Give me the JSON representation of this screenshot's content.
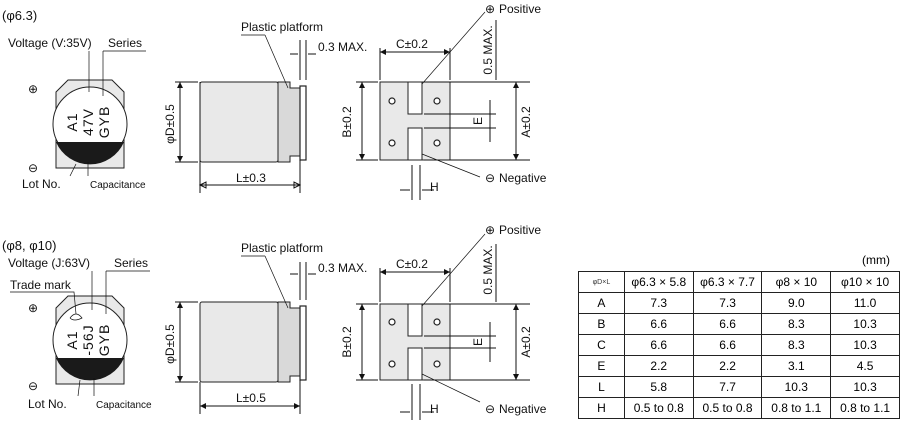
{
  "section_top": {
    "title": "(φ6.3)",
    "voltage": "Voltage (V:35V)",
    "series": "Series",
    "lot": "Lot No.",
    "capacitance": "Capacitance",
    "marking": [
      "A1",
      "47V",
      "GYB"
    ],
    "plastic": "Plastic platform",
    "max_tab": "0.3 MAX.",
    "phiD": "φD±0.5",
    "L": "L±0.3",
    "C": "C±0.2",
    "B": "B±0.2",
    "A": "A±0.2",
    "E": "E",
    "H": "H",
    "max_lead": "0.5 MAX.",
    "positive": "Positive",
    "negative": "Negative"
  },
  "section_bottom": {
    "title": "(φ8, φ10)",
    "voltage": "Voltage (J:63V)",
    "series": "Series",
    "trade": "Trade mark",
    "lot": "Lot No.",
    "capacitance": "Capacitance",
    "marking": [
      "A1",
      "-56J",
      "GYB"
    ],
    "plastic": "Plastic platform",
    "max_tab": "0.3 MAX.",
    "phiD": "φD±0.5",
    "L": "L±0.5",
    "C": "C±0.2",
    "B": "B±0.2",
    "A": "A±0.2",
    "E": "E",
    "H": "H",
    "max_lead": "0.5 MAX.",
    "positive": "Positive",
    "negative": "Negative"
  },
  "symbols": {
    "plus": "⊕",
    "minus": "⊖"
  },
  "table": {
    "unit": "(mm)",
    "corner": "φD×L",
    "columns": [
      "φ6.3 × 5.8",
      "φ6.3 × 7.7",
      "φ8 × 10",
      "φ10 × 10"
    ],
    "rows": [
      {
        "label": "A",
        "values": [
          "7.3",
          "7.3",
          "9.0",
          "11.0"
        ]
      },
      {
        "label": "B",
        "values": [
          "6.6",
          "6.6",
          "8.3",
          "10.3"
        ]
      },
      {
        "label": "C",
        "values": [
          "6.6",
          "6.6",
          "8.3",
          "10.3"
        ]
      },
      {
        "label": "E",
        "values": [
          "2.2",
          "2.2",
          "3.1",
          "4.5"
        ]
      },
      {
        "label": "L",
        "values": [
          "5.8",
          "7.7",
          "10.3",
          "10.3"
        ]
      },
      {
        "label": "H",
        "values": [
          "0.5 to 0.8",
          "0.5 to 0.8",
          "0.8 to 1.1",
          "0.8 to 1.1"
        ]
      }
    ]
  }
}
